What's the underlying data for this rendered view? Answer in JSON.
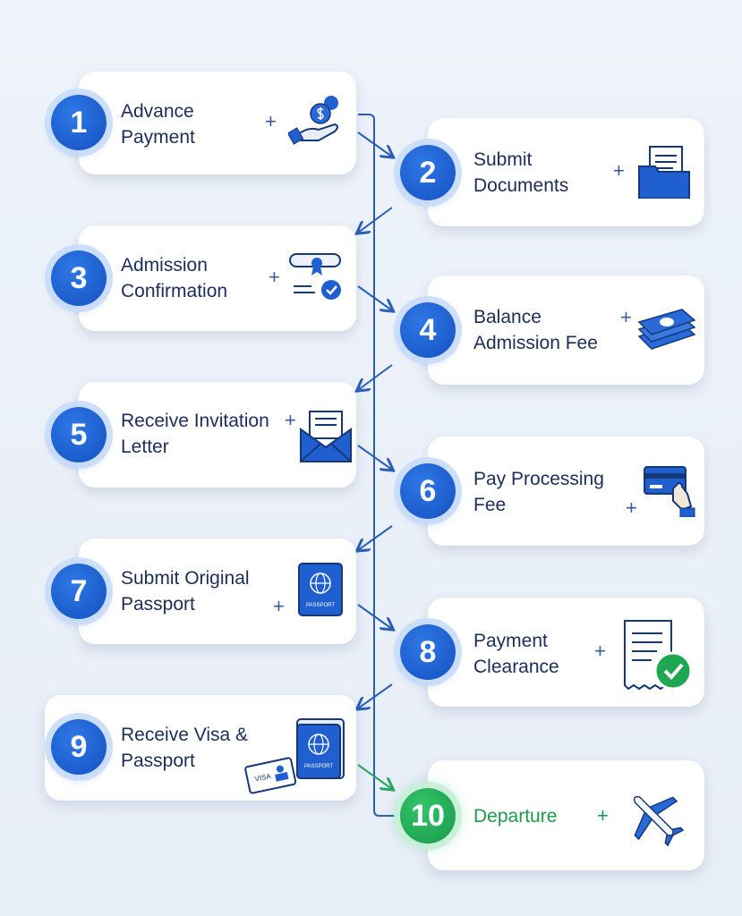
{
  "steps": [
    {
      "number": "1",
      "label": "Advance Payment",
      "icon": "money-hand-icon"
    },
    {
      "number": "2",
      "label": "Submit Documents",
      "icon": "folder-documents-icon"
    },
    {
      "number": "3",
      "label": "Admission Confirmation",
      "icon": "diploma-check-icon"
    },
    {
      "number": "4",
      "label": "Balance Admission Fee",
      "icon": "cash-stack-icon"
    },
    {
      "number": "5",
      "label": "Receive Invitation Letter",
      "icon": "envelope-letter-icon"
    },
    {
      "number": "6",
      "label": "Pay Processing Fee",
      "icon": "credit-card-icon"
    },
    {
      "number": "7",
      "label": "Submit Original Passport",
      "icon": "passport-icon"
    },
    {
      "number": "8",
      "label": "Payment Clearance",
      "icon": "receipt-check-icon"
    },
    {
      "number": "9",
      "label": "Receive Visa & Passport",
      "icon": "visa-passport-icon"
    },
    {
      "number": "10",
      "label": "Departure",
      "icon": "airplane-icon"
    }
  ],
  "plus": "+",
  "passport_text": "PASSPORT",
  "visa_text": "VISA",
  "colors": {
    "blue": "#1f5fcf",
    "green": "#1e9a4c",
    "text": "#1c2d5a"
  }
}
